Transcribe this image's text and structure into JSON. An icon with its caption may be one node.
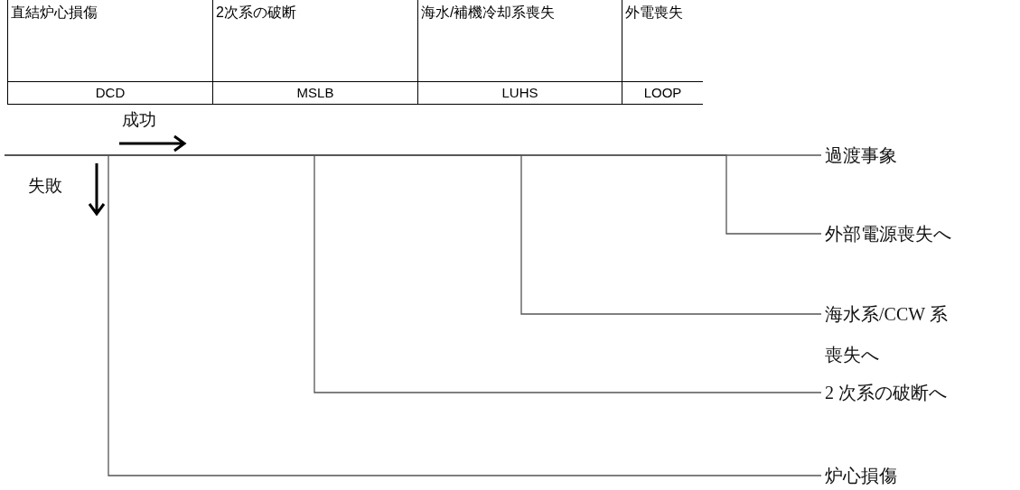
{
  "diagram": {
    "nodes": [
      {
        "text": [
          "直結炉心損傷",
          "DCD"
        ]
      },
      {
        "text": [
          "2次系の破断",
          "MSLB"
        ]
      },
      {
        "text": [
          "海水/補機冷却系喪失",
          "LUHS"
        ]
      },
      {
        "text": [
          "外電喪失",
          "LOOP"
        ]
      },
      {
        "text": [
          "過渡事象"
        ]
      },
      {
        "text": [
          "外部電源喪失へ"
        ]
      },
      {
        "text": [
          "海水系/CCW 系喪失へ"
        ]
      },
      {
        "text": [
          "2 次系の破断へ"
        ]
      },
      {
        "text": [
          "炉心損傷"
        ]
      }
    ],
    "edges": [
      {
        "from": null,
        "to": 4,
        "arrow": "none"
      },
      {
        "from": null,
        "to": 5,
        "arrow": "none"
      },
      {
        "from": null,
        "to": 6,
        "arrow": "none"
      },
      {
        "from": null,
        "to": 7,
        "arrow": "none"
      },
      {
        "from": null,
        "to": 8,
        "arrow": "none"
      }
    ],
    "labels": [
      "成功",
      "失敗"
    ]
  }
}
